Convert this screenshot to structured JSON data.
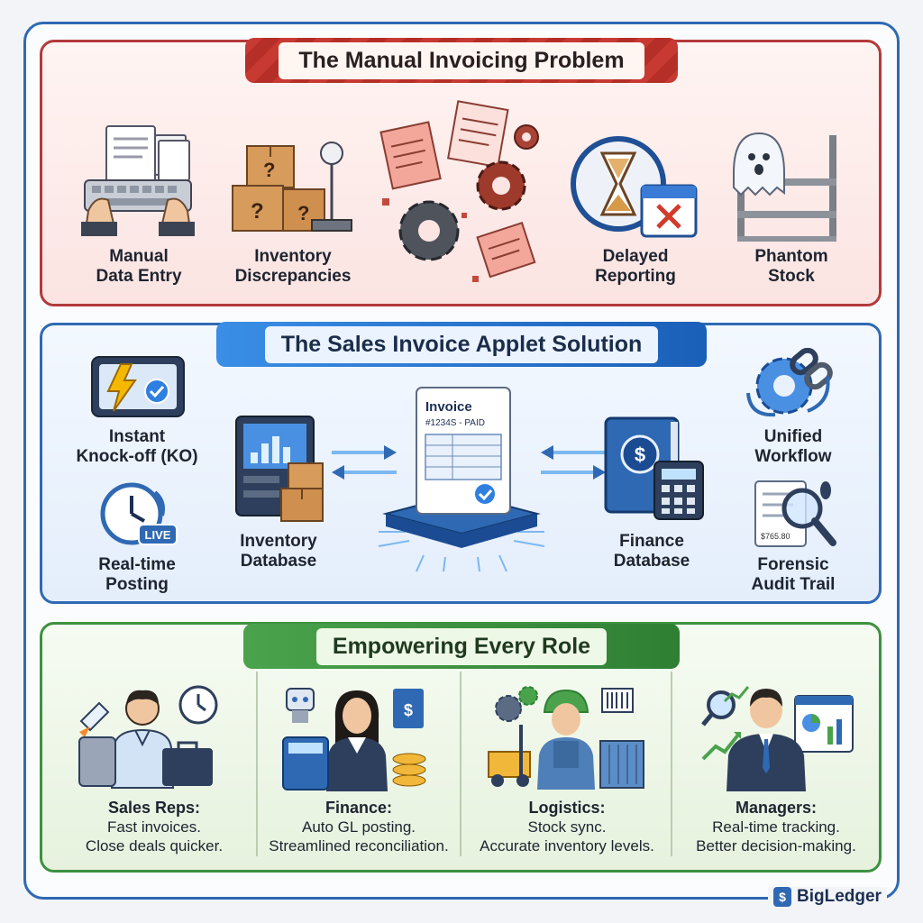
{
  "sections": {
    "problem": {
      "title": "The Manual Invoicing Problem",
      "items": [
        {
          "label_1": "Manual",
          "label_2": "Data Entry"
        },
        {
          "label_1": "Inventory",
          "label_2": "Discrepancies"
        },
        {
          "label_1": "Delayed",
          "label_2": "Reporting"
        },
        {
          "label_1": "Phantom",
          "label_2": "Stock"
        }
      ]
    },
    "solution": {
      "title": "The Sales Invoice Applet Solution",
      "invoice_label": "Invoice",
      "invoice_number": "#1234S - PAID",
      "items": [
        {
          "label_1": "Instant",
          "label_2": "Knock-off (KO)"
        },
        {
          "label_1": "Real-time",
          "label_2": "Posting"
        },
        {
          "label_1": "Inventory",
          "label_2": "Database"
        },
        {
          "label_1": "Finance",
          "label_2": "Database"
        },
        {
          "label_1": "Unified",
          "label_2": "Workflow"
        },
        {
          "label_1": "Forensic",
          "label_2": "Audit Trail"
        }
      ],
      "live_badge": "LIVE",
      "amount_text": "$765.80"
    },
    "roles": {
      "title": "Empowering Every Role",
      "items": [
        {
          "role": "Sales Reps:",
          "line_1": "Fast invoices.",
          "line_2": "Close deals quicker."
        },
        {
          "role": "Finance:",
          "line_1": "Auto GL posting.",
          "line_2": "Streamlined reconciliation."
        },
        {
          "role": "Logistics:",
          "line_1": "Stock sync.",
          "line_2": "Accurate inventory levels."
        },
        {
          "role": "Managers:",
          "line_1": "Real-time tracking.",
          "line_2": "Better decision-making."
        }
      ]
    }
  },
  "brand": {
    "name": "BigLedger",
    "icon": "dollar-square-icon"
  },
  "colors": {
    "problem": "#b33a3a",
    "solution": "#2f69b3",
    "roles": "#3d9140"
  }
}
